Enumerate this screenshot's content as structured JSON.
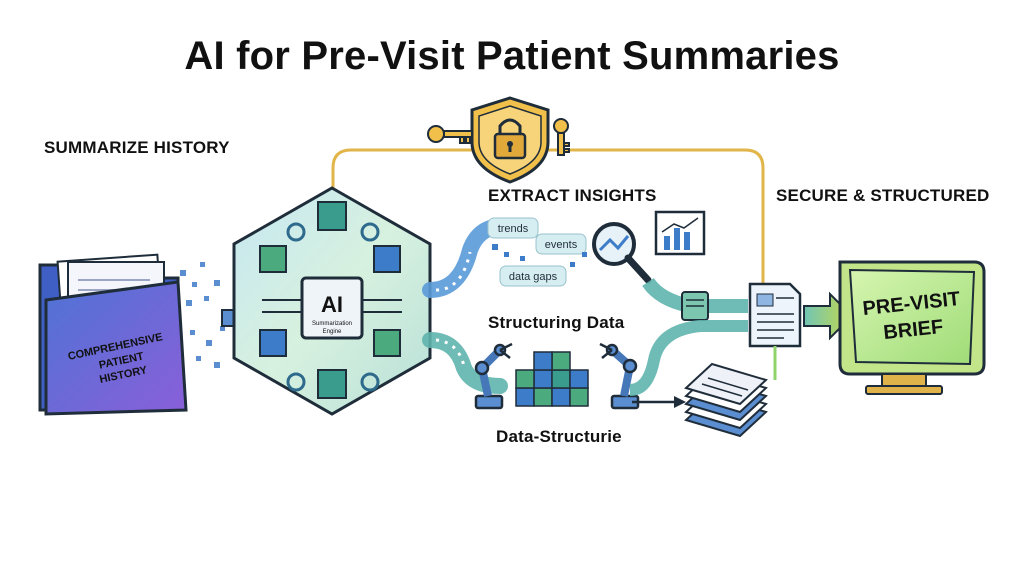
{
  "title": "AI for Pre-Visit Patient Summaries",
  "sections": {
    "summarize": "SUMMARIZE HISTORY",
    "extract": "EXTRACT INSIGHTS",
    "secure": "SECURE & STRUCTURED",
    "structuring": "Structuring Data",
    "data_structurie": "Data-Structurie"
  },
  "folder": {
    "line1": "COMPREHENSIVE",
    "line2": "PATIENT",
    "line3": "HISTORY"
  },
  "engine": {
    "chip_label": "AI",
    "sub1": "Summarization",
    "sub2": "Engine"
  },
  "insights": {
    "trends": "trends",
    "events": "events",
    "gaps": "data gaps"
  },
  "monitor": {
    "line1": "PRE-VISIT",
    "line2": "BRIEF"
  },
  "colors": {
    "teal": "#5fb4ad",
    "gold": "#e2b54a",
    "purple": "#6a5fd8",
    "blue": "#3d7cc9",
    "green": "#8fd46a",
    "dark": "#1f2d3a"
  }
}
